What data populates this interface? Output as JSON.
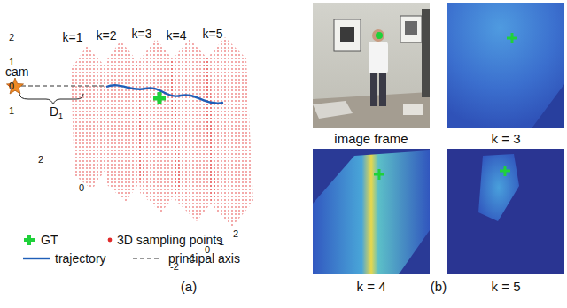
{
  "diagram": {
    "labels": [
      "cam",
      "D",
      "1",
      "k=1",
      "k=2",
      "k=3",
      "k=4",
      "k=5",
      "2",
      "1",
      "0",
      "-1",
      "2",
      "0",
      "-2",
      "-1",
      "0",
      "1",
      "2",
      "(a)",
      "image frame",
      "k = 3",
      "k = 4",
      "k = 5",
      "(b)"
    ],
    "legend": [
      {
        "text": "GT"
      },
      {
        "text": "3D sampling points"
      },
      {
        "text": "trajectory"
      },
      {
        "text": "principal axis"
      }
    ]
  }
}
